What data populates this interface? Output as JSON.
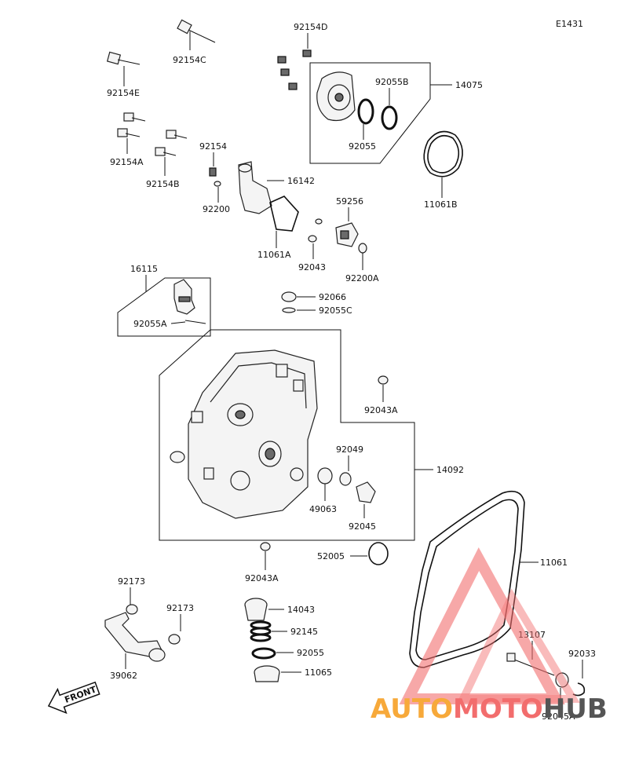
{
  "diagram": {
    "code": "E1431",
    "front_label": "FRONT",
    "watermark": {
      "part1": "AUTO",
      "part2": "MOTO",
      "part3": "HUB",
      "color1": "#f7a93a",
      "color2": "#f26d6d",
      "color3": "#555555"
    },
    "parts": {
      "p92154D": "92154D",
      "p92154C": "92154C",
      "p92154E": "92154E",
      "p14075": "14075",
      "p92055B": "92055B",
      "p92055": "92055",
      "p11061B": "11061B",
      "p92154A": "92154A",
      "p92154B": "92154B",
      "p92154": "92154",
      "p92200": "92200",
      "p16142": "16142",
      "p59256": "59256",
      "p11061A": "11061A",
      "p92043": "92043",
      "p92200A": "92200A",
      "p16115": "16115",
      "p92066": "92066",
      "p92055C": "92055C",
      "p92055A": "92055A",
      "p92043A_top": "92043A",
      "p92049": "92049",
      "p14092": "14092",
      "p49063": "49063",
      "p92045": "92045",
      "p52005": "52005",
      "p92043A_bottom": "92043A",
      "p11061": "11061",
      "p92173_a": "92173",
      "p92173_b": "92173",
      "p14043": "14043",
      "p92145": "92145",
      "p92055_lower": "92055",
      "p11065": "11065",
      "p39062": "39062",
      "p13107": "13107",
      "p92033": "92033",
      "p92045A": "92045A"
    }
  }
}
